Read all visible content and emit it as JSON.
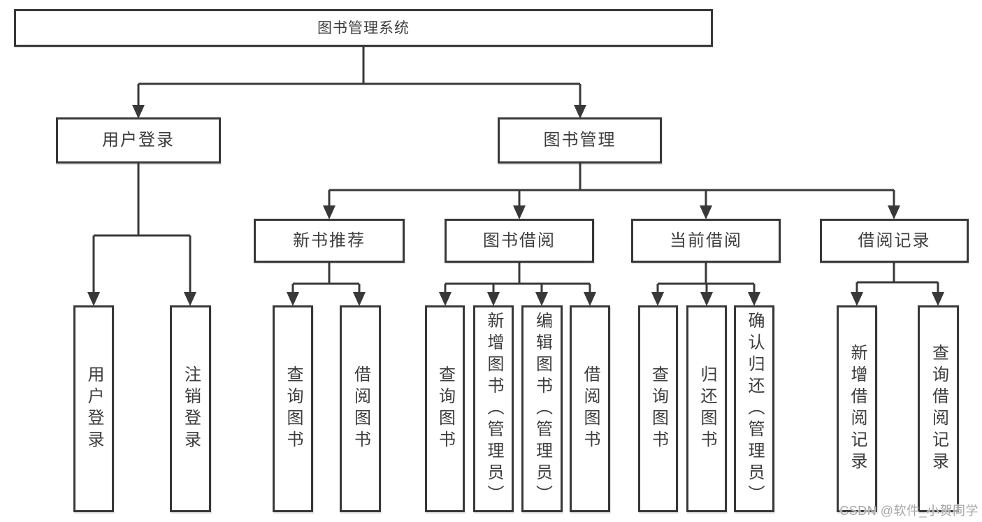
{
  "nodes": {
    "root": {
      "label": "图书管理系统"
    },
    "level2": [
      {
        "label": "用户登录"
      },
      {
        "label": "图书管理"
      }
    ],
    "level3": [
      {
        "label": "新书推荐"
      },
      {
        "label": "图书借阅"
      },
      {
        "label": "当前借阅"
      },
      {
        "label": "借阅记录"
      }
    ],
    "leaves": {
      "user_login": [
        {
          "label": "用户登录"
        },
        {
          "label": "注销登录"
        }
      ],
      "new_book": [
        {
          "label": "查询图书"
        },
        {
          "label": "借阅图书"
        }
      ],
      "book_borrowing": [
        {
          "label": "查询图书"
        },
        {
          "label": "新增图书（管理员）"
        },
        {
          "label": "编辑图书（管理员）"
        },
        {
          "label": "借阅图书"
        }
      ],
      "current_borrowing": [
        {
          "label": "查询图书"
        },
        {
          "label": "归还图书"
        },
        {
          "label": "确认归还（管理员）"
        }
      ],
      "borrowing_records": [
        {
          "label": "新增借阅记录"
        },
        {
          "label": "查询借阅记录"
        }
      ]
    }
  },
  "watermark": {
    "text": "CSDN @软件_小贺同学"
  },
  "colors": {
    "background": "#ffffff",
    "line": "#383838",
    "box_border": "#383838",
    "box_fill": "#ffffff",
    "text": "#3d3d3d",
    "watermark": "#a6a6a6"
  }
}
